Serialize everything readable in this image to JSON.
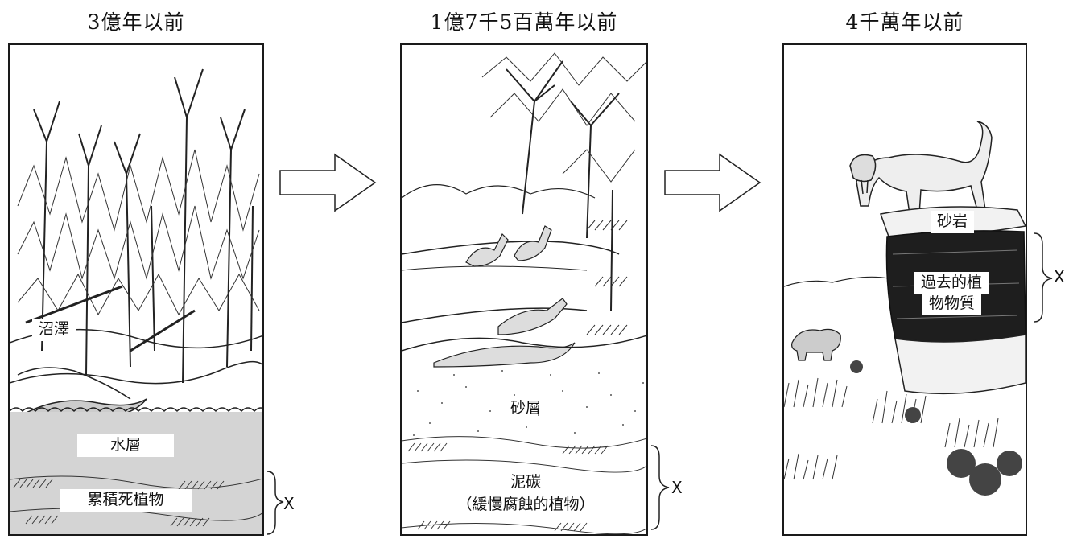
{
  "panels": [
    {
      "title": "3億年以前",
      "labels": {
        "swamp": "沼澤",
        "water": "水層",
        "dead_plants": "累積死植物"
      },
      "bracket_label": "X"
    },
    {
      "title": "1億7千5百萬年以前",
      "labels": {
        "sand": "砂層",
        "peat": "泥碳",
        "peat_note": "（緩慢腐蝕的植物）"
      },
      "bracket_label": "X"
    },
    {
      "title": "4千萬年以前",
      "labels": {
        "sandstone": "砂岩",
        "plant_matter_line1": "過去的植",
        "plant_matter_line2": "物物質"
      },
      "bracket_label": "X"
    }
  ],
  "arrows": [
    "right-arrow",
    "right-arrow"
  ]
}
